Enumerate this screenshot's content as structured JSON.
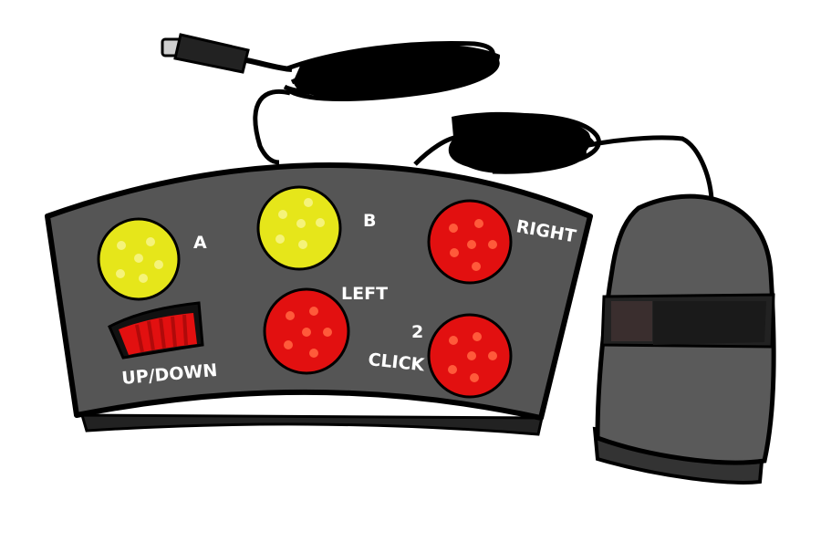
{
  "buttons": {
    "a": {
      "label": "A",
      "color": "#e6e61a"
    },
    "b": {
      "label": "B",
      "color": "#e6e61a"
    },
    "right": {
      "label": "RIGHT",
      "color": "#e21010"
    },
    "left": {
      "label": "LEFT",
      "color": "#e21010"
    },
    "double_click": {
      "label_line1": "2",
      "label_line2": "CLICK",
      "color": "#e21010"
    }
  },
  "scroll": {
    "label": "UP/DOWN",
    "color": "#e21010"
  },
  "colors": {
    "body": "#555555",
    "outline": "#000000",
    "dots_yellow": "#f5f37a",
    "dots_red": "#ff5a3a",
    "mouse": "#5a5a5a",
    "mouse_band": "#222222"
  },
  "icons": [
    "controller-body",
    "usb-plug-icon",
    "cable",
    "mouse-icon"
  ]
}
